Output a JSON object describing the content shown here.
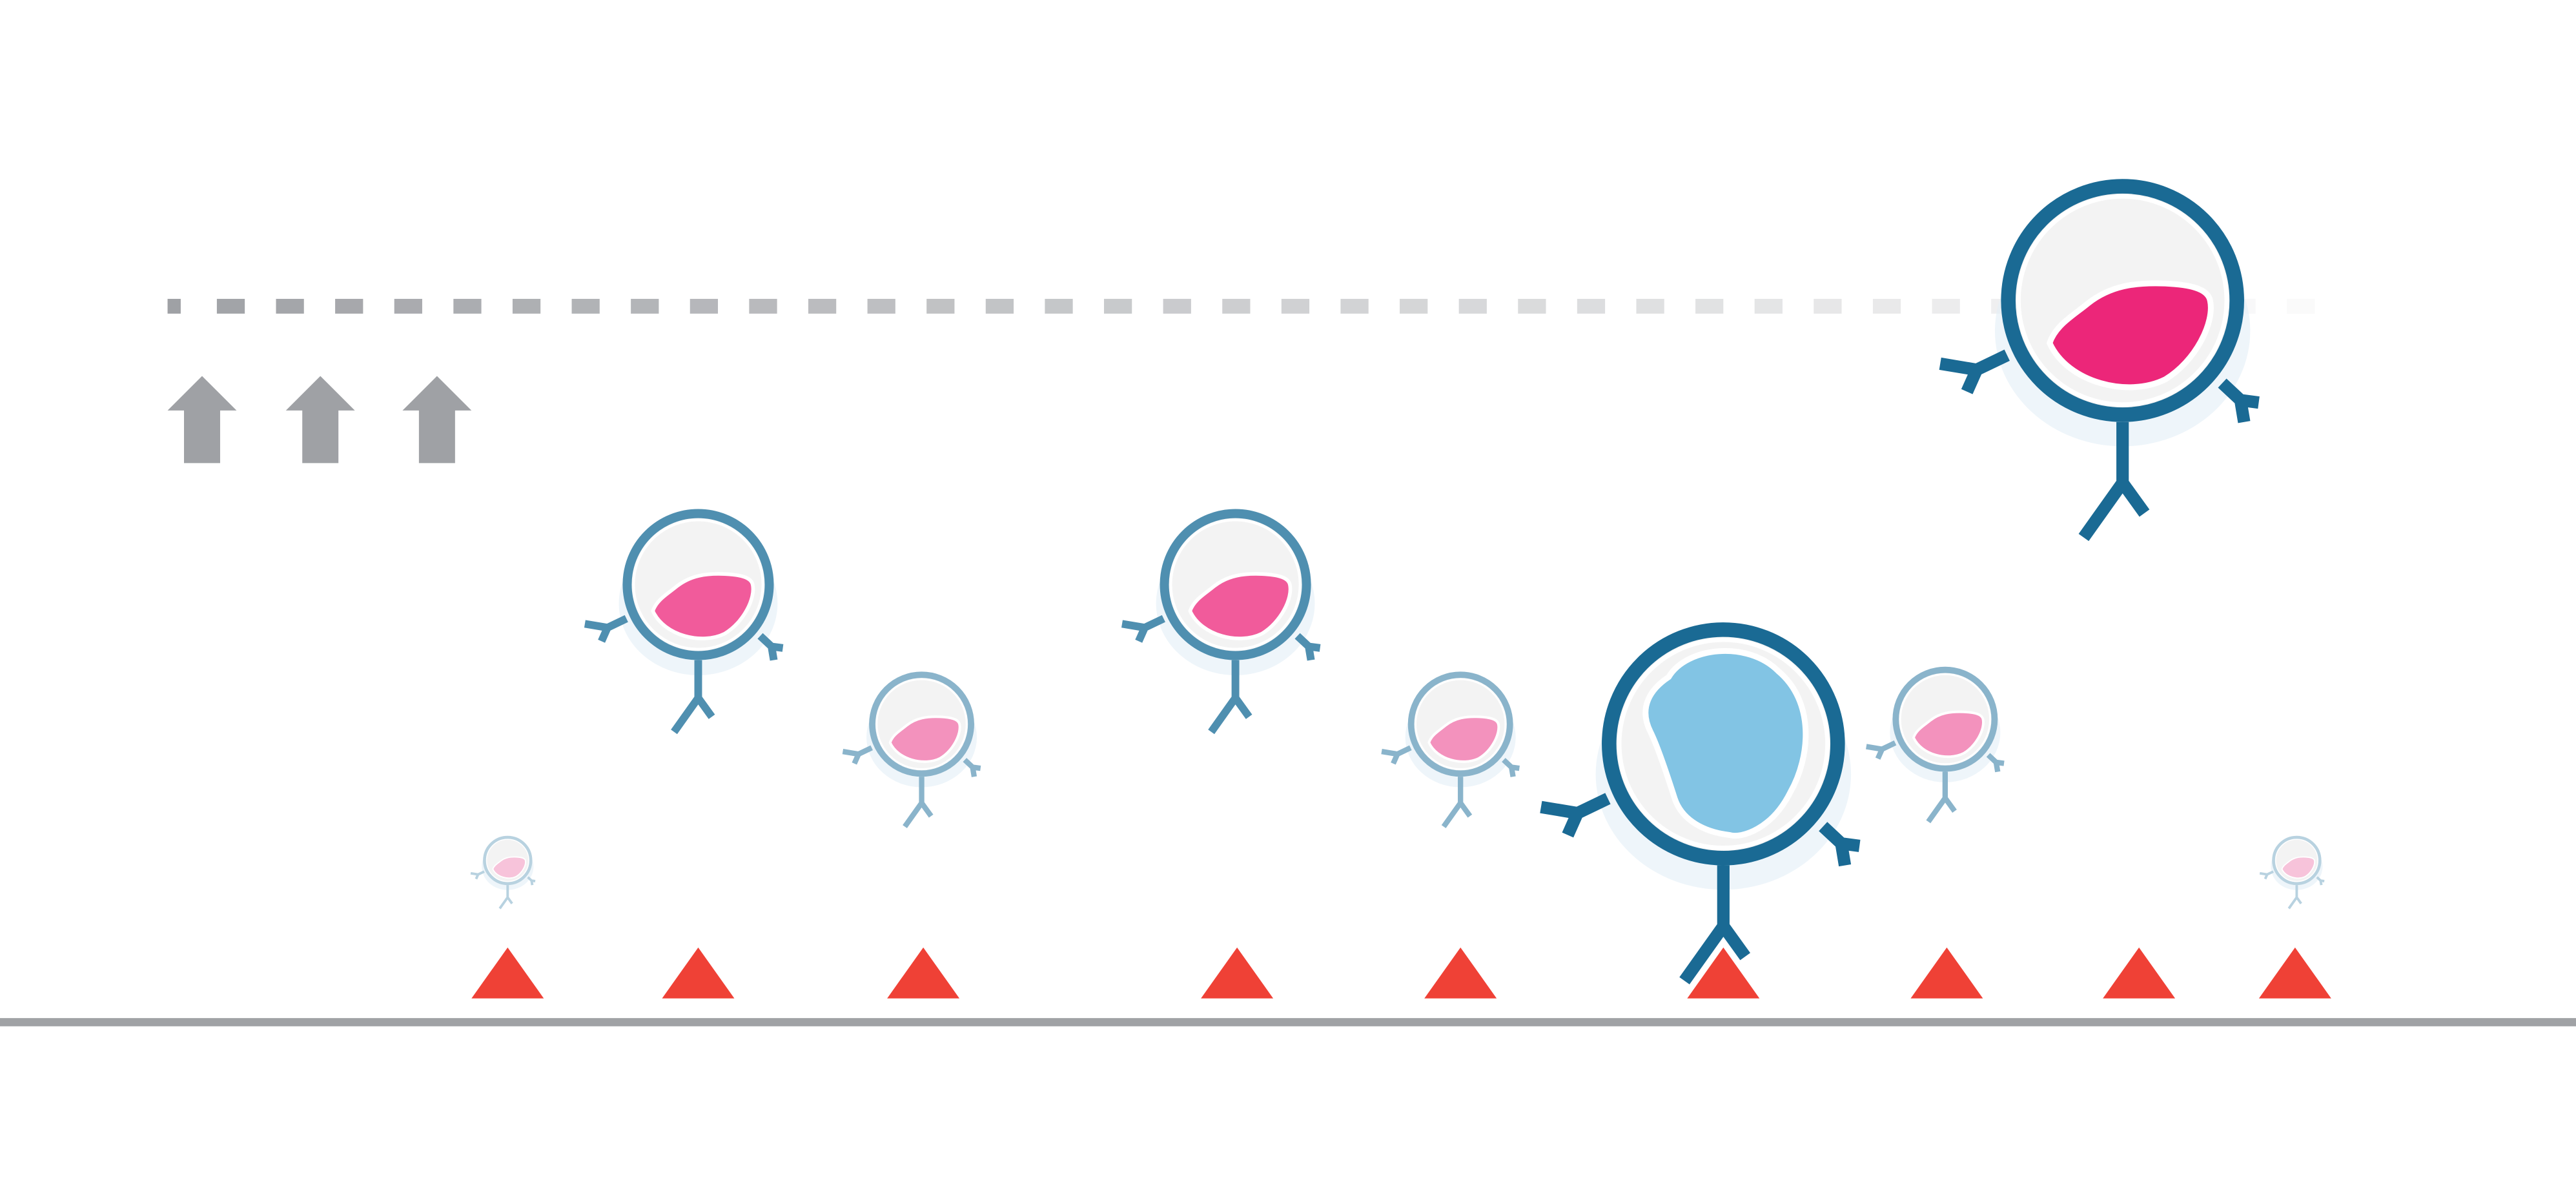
{
  "game": {
    "lives_remaining": 3,
    "colors": {
      "background": "#ffffff",
      "ground": "#a0a2a5",
      "spike": "#ef4136",
      "arrow": "#9fa1a5",
      "dash_line": "#9fa1a5",
      "character_inner": "#f3f3f3",
      "tier_dark_ring": "#1a6a94",
      "tier_mid_ring": "#4f8fb0",
      "tier_light_ring": "#8ab4cb",
      "tier_faint_ring": "#b8d2e0",
      "blob_pink_dark": "#ec2679",
      "blob_pink_mid": "#f15b9b",
      "blob_pink_light": "#f392bd",
      "blob_pink_faint": "#f7c3da",
      "blob_blue": "#82c4e4"
    },
    "characters": [
      {
        "id": "leader",
        "tier": "dark",
        "blob": "pink"
      },
      {
        "id": "mid-1",
        "tier": "mid",
        "blob": "pink"
      },
      {
        "id": "mid-2",
        "tier": "mid",
        "blob": "pink"
      },
      {
        "id": "light-1",
        "tier": "light",
        "blob": "pink"
      },
      {
        "id": "light-2",
        "tier": "light",
        "blob": "pink"
      },
      {
        "id": "light-3",
        "tier": "light",
        "blob": "pink"
      },
      {
        "id": "player",
        "tier": "dark",
        "blob": "blue"
      },
      {
        "id": "faint-1",
        "tier": "faint",
        "blob": "pink"
      },
      {
        "id": "faint-2",
        "tier": "faint",
        "blob": "pink"
      }
    ],
    "spike_count": 9
  }
}
